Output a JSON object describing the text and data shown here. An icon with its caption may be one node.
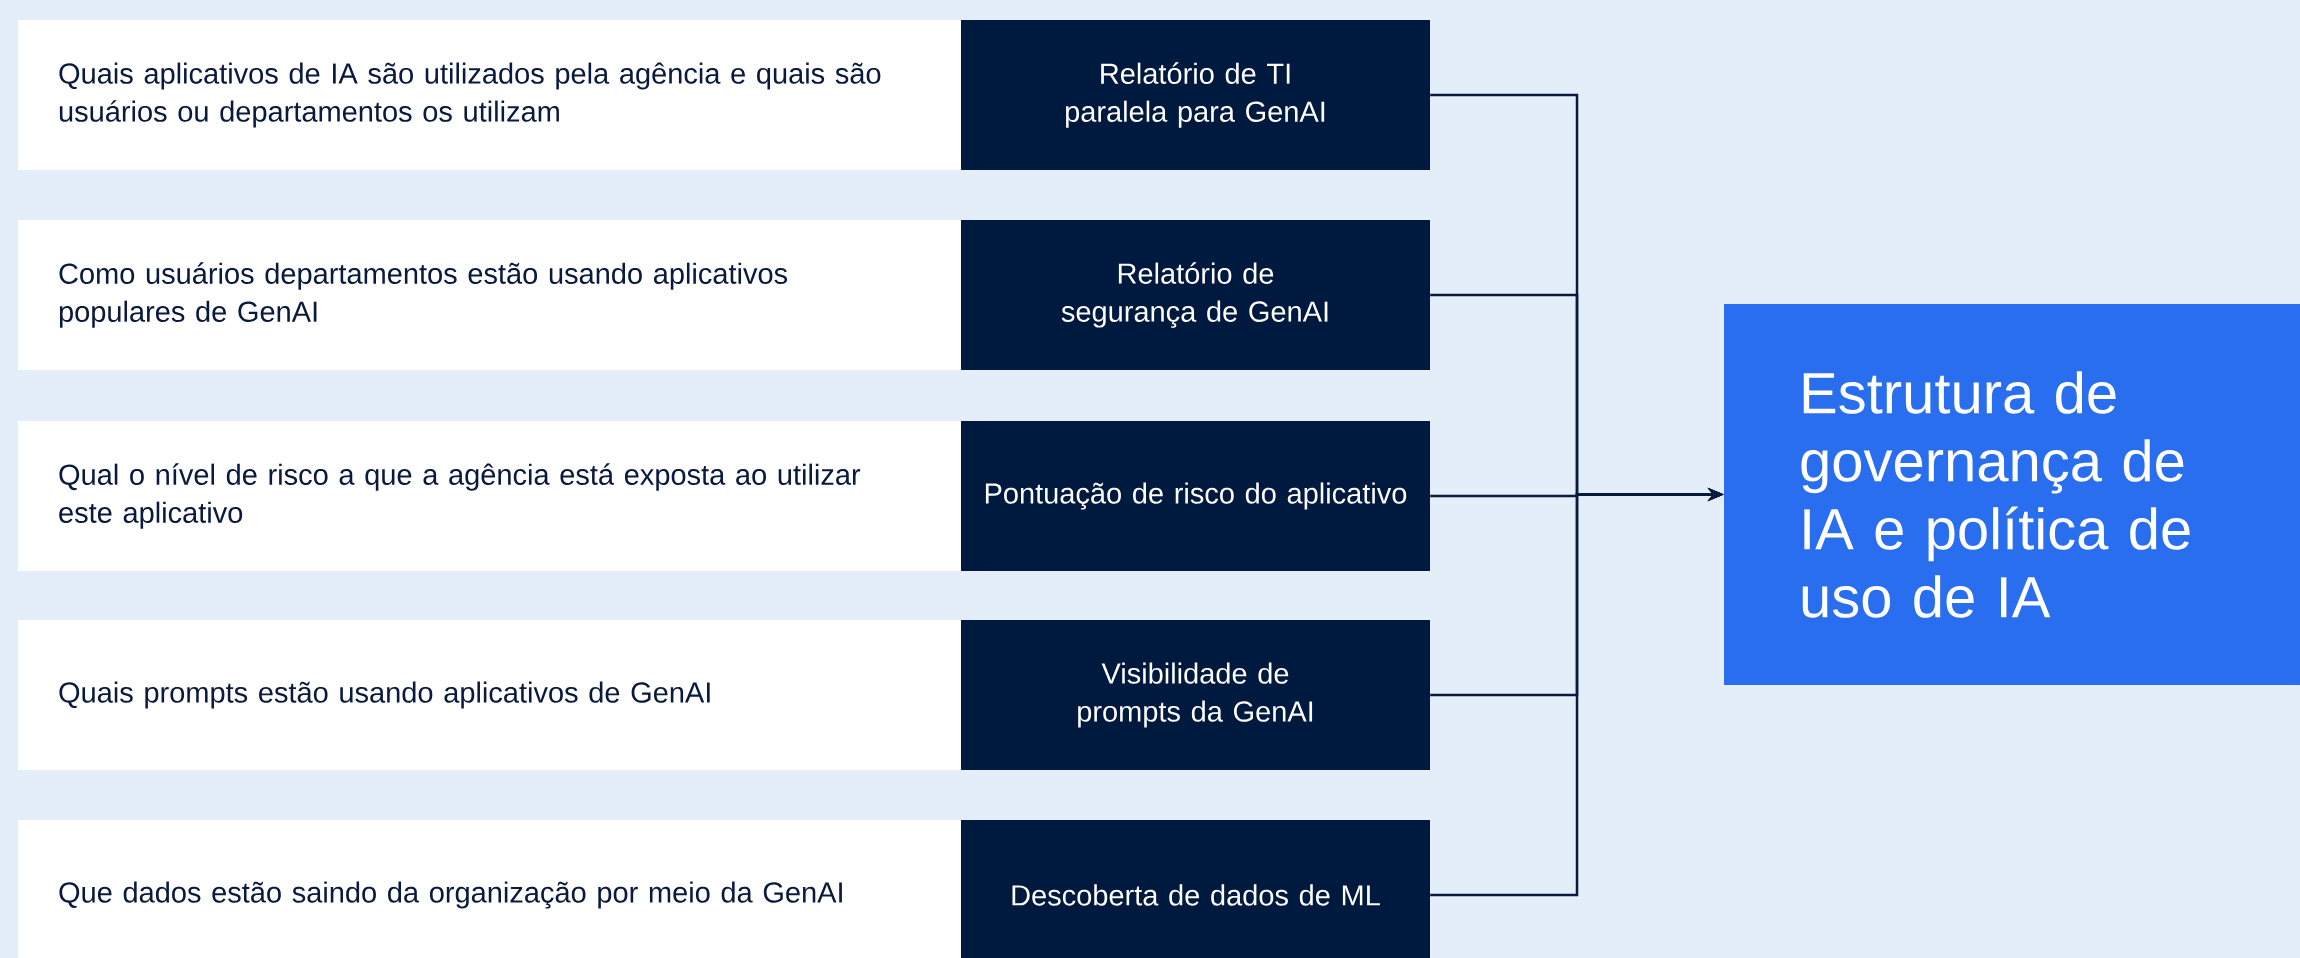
{
  "diagram": {
    "nodes": [
      {
        "text": [
          "Quais aplicativos de IA são utilizados pela agência e quais são usuários ou departamentos os utilizam"
        ]
      },
      {
        "text": [
          "Relatório de TI paralela para GenAI"
        ]
      },
      {
        "text": [
          "Como usuários departamentos estão usando aplicativos populares de GenAI"
        ]
      },
      {
        "text": [
          "Relatório de segurança de GenAI"
        ]
      },
      {
        "text": [
          "Qual o nível de risco a que a agência está exposta ao utilizar este aplicativo"
        ]
      },
      {
        "text": [
          "Pontuação de risco do aplicativo"
        ]
      },
      {
        "text": [
          "Quais prompts estão usando aplicativos de GenAI"
        ]
      },
      {
        "text": [
          "Visibilidade de prompts da GenAI"
        ]
      },
      {
        "text": [
          "Que dados estão saindo da organização por meio da GenAI"
        ]
      },
      {
        "text": [
          "Descoberta de dados de ML"
        ]
      },
      {
        "text": [
          "Estrutura de governança de IA e política de uso de IA"
        ]
      }
    ],
    "edges": [
      {
        "from": 1,
        "to": 10,
        "arrow": "to"
      },
      {
        "from": 3,
        "to": 10,
        "arrow": "to"
      },
      {
        "from": 5,
        "to": 10,
        "arrow": "to"
      },
      {
        "from": 7,
        "to": 10,
        "arrow": "to"
      },
      {
        "from": 9,
        "to": 10,
        "arrow": "to"
      }
    ]
  }
}
